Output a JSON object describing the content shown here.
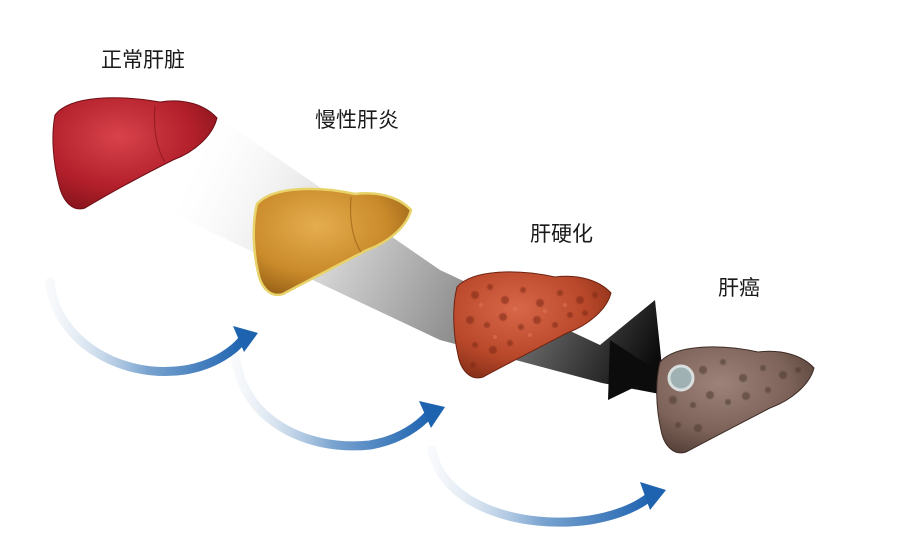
{
  "stages": [
    {
      "label": "正常肝脏",
      "color": "#b3202b",
      "texture": "smooth"
    },
    {
      "label": "慢性肝炎",
      "color": "#c98a2a",
      "texture": "smooth"
    },
    {
      "label": "肝硬化",
      "color": "#b9482a",
      "texture": "nodular"
    },
    {
      "label": "肝癌",
      "color": "#7c6258",
      "texture": "nodular-tumor"
    }
  ],
  "colors": {
    "arrow_blue": "#1e63b0",
    "arrow_dark": "#111111",
    "beam_light": "#d9d9d9"
  }
}
